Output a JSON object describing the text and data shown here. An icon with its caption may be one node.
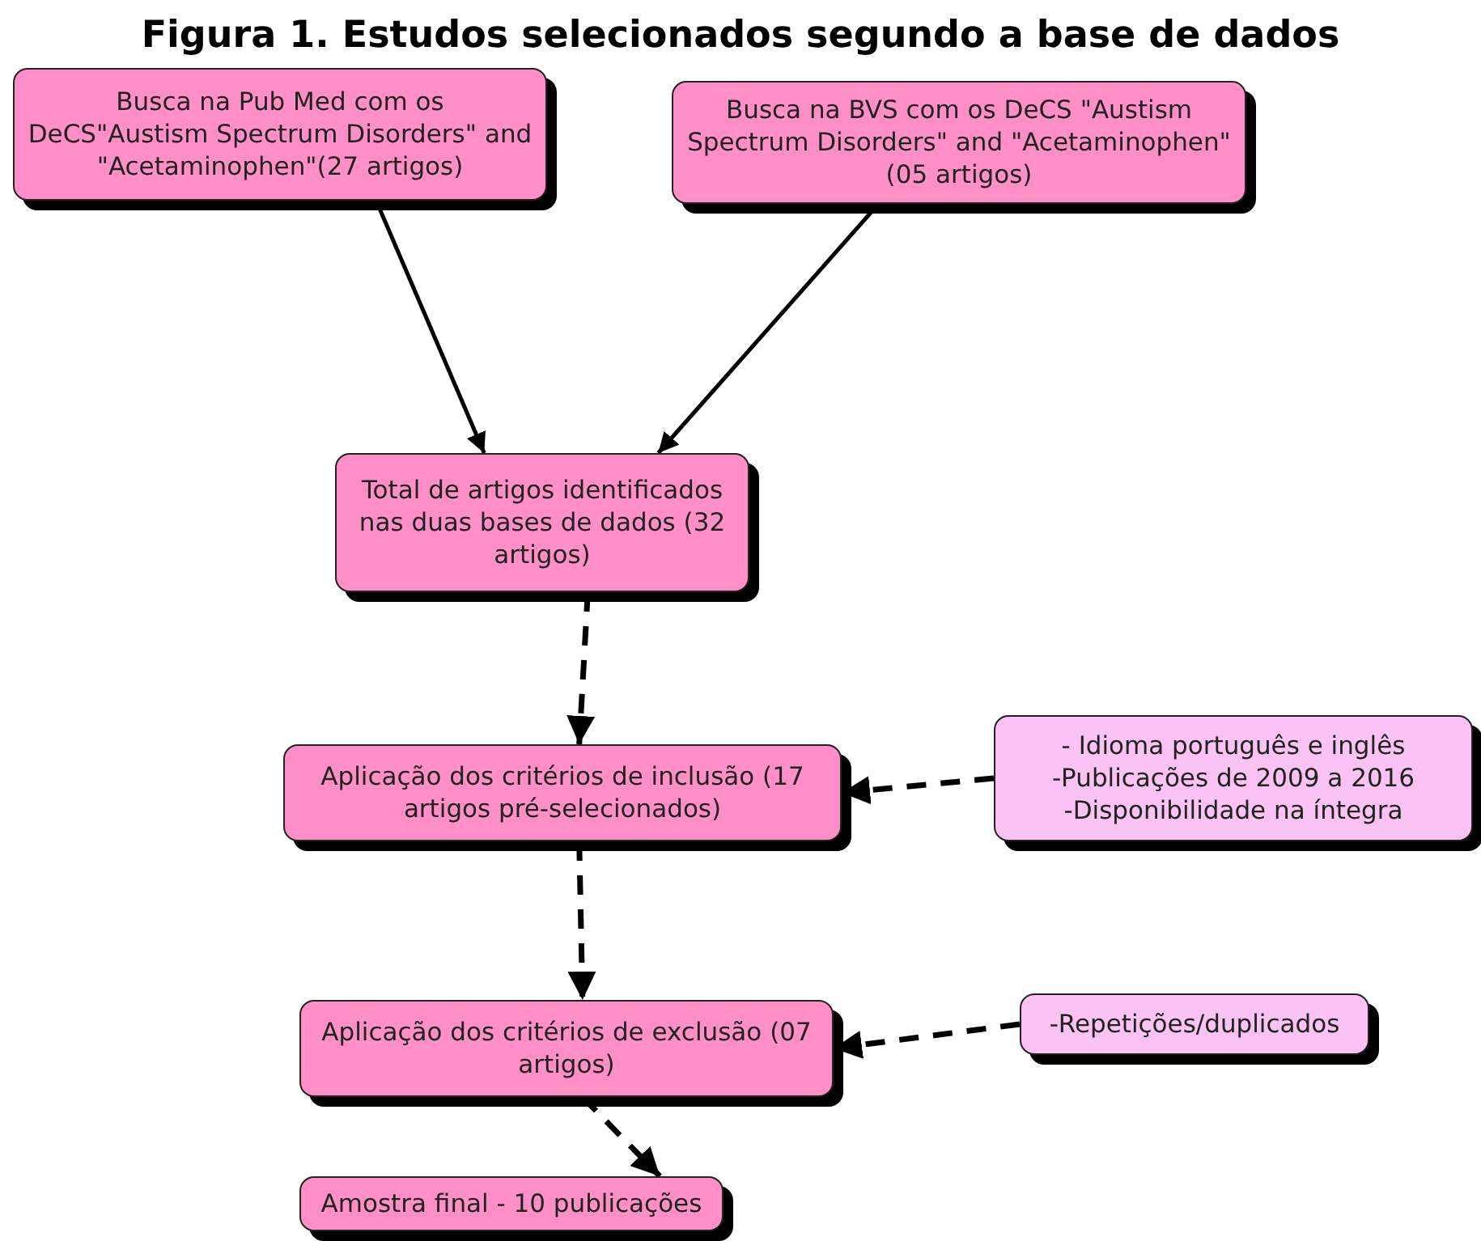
{
  "diagram": {
    "title": "Figura 1. Estudos selecionados segundo a  base de dados",
    "nodes": [
      {
        "text": [
          "Busca na Pub Med com os DeCS\"Austism Spectrum Disorders\" and \"Acetaminophen\"(27 artigos)"
        ]
      },
      {
        "text": [
          "Busca na BVS com os DeCS \"Austism Spectrum Disorders\" and \"Acetaminophen\" (05 artigos)"
        ]
      },
      {
        "text": [
          "Total de artigos identificados nas duas bases de dados (32 artigos)"
        ]
      },
      {
        "text": [
          "Aplicação dos critérios de inclusão (17 artigos pré-selecionados)"
        ]
      },
      {
        "text": [
          "- Idioma português e inglês",
          "-Publicações de 2009 a 2016",
          "-Disponibilidade na íntegra"
        ]
      },
      {
        "text": [
          "Aplicação dos critérios de exclusão (07 artigos)"
        ]
      },
      {
        "text": [
          "-Repetições/duplicados"
        ]
      },
      {
        "text": [
          "Amostra final - 10 publicações"
        ]
      }
    ],
    "edges": [
      {
        "from": 0,
        "to": 2,
        "arrow": "to"
      },
      {
        "from": 1,
        "to": 2,
        "arrow": "to"
      },
      {
        "from": 2,
        "to": 3,
        "arrow": "to",
        "style": "dashed"
      },
      {
        "from": 4,
        "to": 3,
        "arrow": "to",
        "style": "dashed"
      },
      {
        "from": 3,
        "to": 5,
        "arrow": "to",
        "style": "dashed"
      },
      {
        "from": 6,
        "to": 5,
        "arrow": "to",
        "style": "dashed"
      },
      {
        "from": 5,
        "to": 7,
        "arrow": "to",
        "style": "dashed"
      }
    ]
  }
}
